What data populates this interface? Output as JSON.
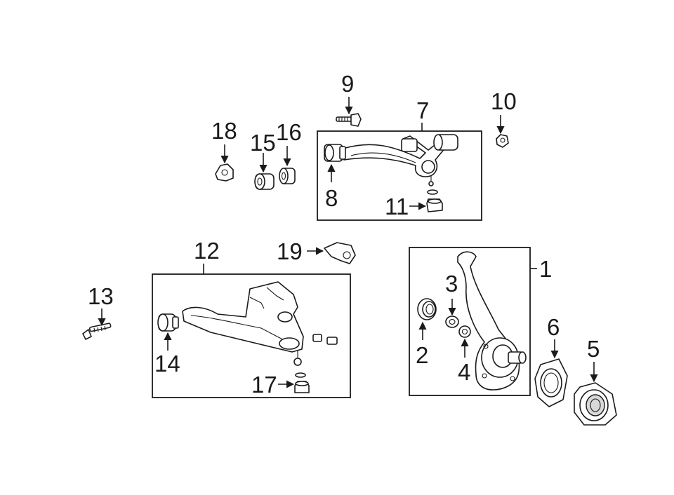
{
  "callouts": {
    "c1": "1",
    "c2": "2",
    "c3": "3",
    "c4": "4",
    "c5": "5",
    "c6": "6",
    "c7": "7",
    "c8": "8",
    "c9": "9",
    "c10": "10",
    "c11": "11",
    "c12": "12",
    "c13": "13",
    "c14": "14",
    "c15": "15",
    "c16": "16",
    "c17": "17",
    "c18": "18",
    "c19": "19"
  },
  "colors": {
    "line": "#1a1a1a",
    "background": "#ffffff",
    "shade": "#d8d8d8"
  }
}
